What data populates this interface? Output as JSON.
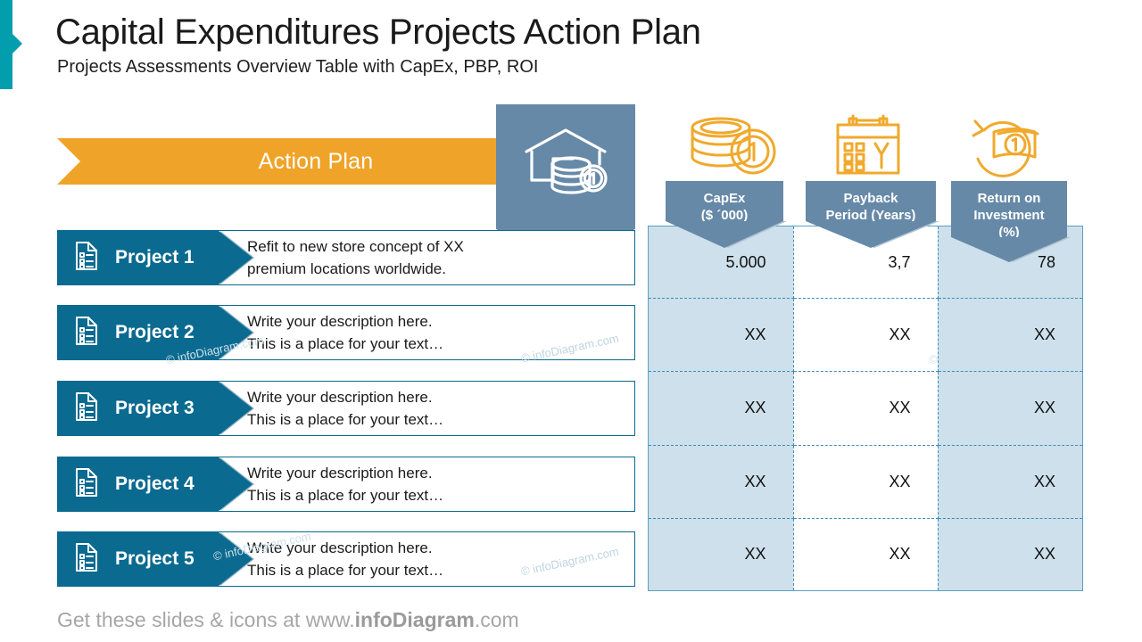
{
  "header": {
    "title": "Capital Expenditures Projects Action Plan",
    "subtitle": "Projects Assessments Overview Table with CapEx, PBP, ROI",
    "accent_color": "#039EAE"
  },
  "ribbon": {
    "label": "Action Plan",
    "color": "#EFA429"
  },
  "capex_card": {
    "icon": "warehouse-coins-icon",
    "color": "#6789A8"
  },
  "projects": [
    {
      "icon": "document-checklist-icon",
      "label": "Project 1",
      "desc_line1": "Refit to new store concept of XX",
      "desc_line2": "premium locations worldwide."
    },
    {
      "icon": "document-checklist-icon",
      "label": "Project 2",
      "desc_line1": "Write your description here.",
      "desc_line2": "This is a place for your text…"
    },
    {
      "icon": "document-checklist-icon",
      "label": "Project 3",
      "desc_line1": "Write your description here.",
      "desc_line2": "This is a place for your text…"
    },
    {
      "icon": "document-checklist-icon",
      "label": "Project 4",
      "desc_line1": "Write your description here.",
      "desc_line2": "This is a place for your text…"
    },
    {
      "icon": "document-checklist-icon",
      "label": "Project 5",
      "desc_line1": "Write your description here.",
      "desc_line2": "This is a place for your text…"
    }
  ],
  "metrics": [
    {
      "icon": "coins-stack-icon",
      "head_line1": "CapEx",
      "head_line2": "($ ´000)",
      "head_line3": ""
    },
    {
      "icon": "calendar-year-icon",
      "head_line1": "Payback",
      "head_line2": "Period (Years)",
      "head_line3": ""
    },
    {
      "icon": "money-return-icon",
      "head_line1": "Return on",
      "head_line2": "Investment",
      "head_line3": "(%)"
    }
  ],
  "table": {
    "columns": [
      "CapEx ($ ´000)",
      "Payback Period (Years)",
      "Return on Investment (%)"
    ],
    "rows": [
      [
        "5.000",
        "3,7",
        "78"
      ],
      [
        "XX",
        "XX",
        "XX"
      ],
      [
        "XX",
        "XX",
        "XX"
      ],
      [
        "XX",
        "XX",
        "XX"
      ],
      [
        "XX",
        "XX",
        "XX"
      ]
    ],
    "shaded_color": "#CDE0EB",
    "border_color": "#3C8DBC"
  },
  "watermarks": [
    "© infoDiagram.com",
    "© infoDiagram.com",
    "© infoDiagram.com",
    "© infoDiagram.com",
    "© infoDiagram.com"
  ],
  "footer": {
    "prefix": "Get these slides & icons at www.",
    "brand": "infoDiagram",
    "suffix": ".com"
  }
}
